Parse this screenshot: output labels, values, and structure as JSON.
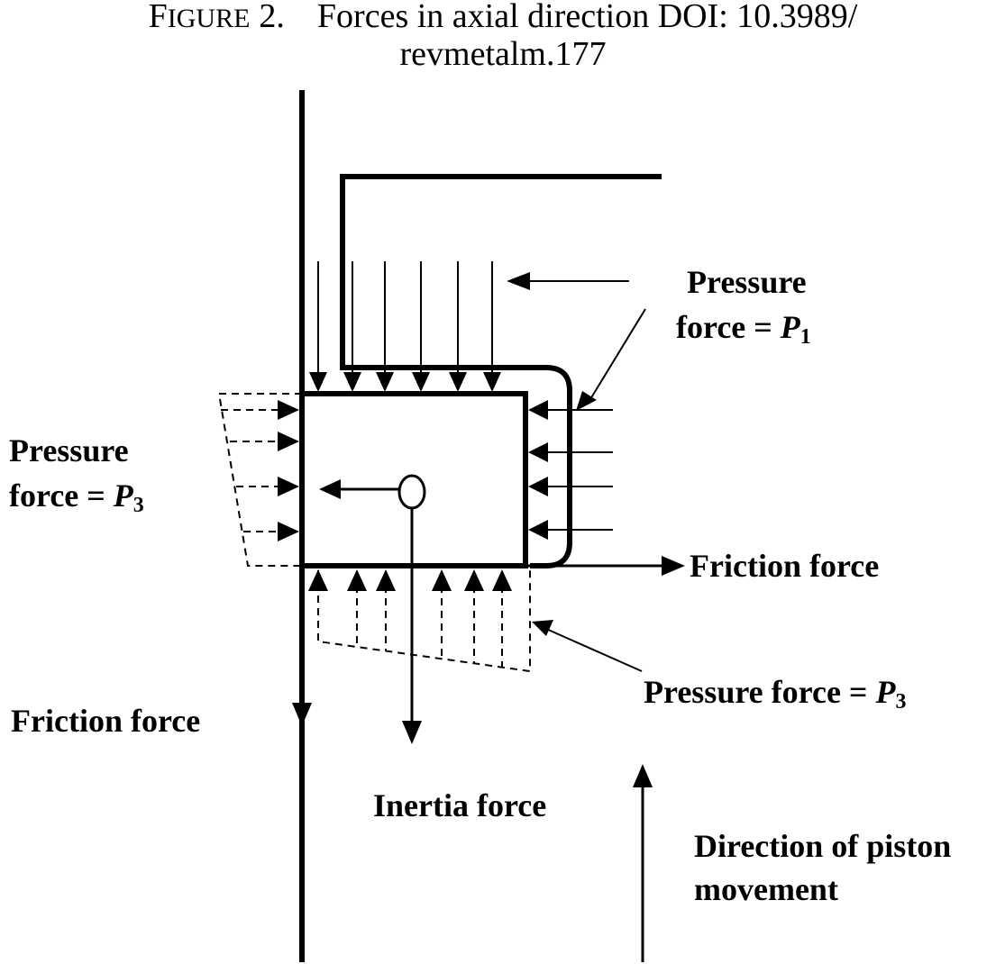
{
  "caption": {
    "figure_first_letter": "F",
    "figure_rest": "IGURE",
    "figure_number": "2.",
    "title_line1": "Forces in axial direction DOI: 10.3989/",
    "title_line2": "revmetalm.177"
  },
  "labels": {
    "pressure_p1": {
      "line1": "Pressure",
      "line2_prefix": "force = ",
      "symbol": "P",
      "subscript": "1"
    },
    "pressure_p3_left": {
      "line1": "Pressure",
      "line2_prefix": "force = ",
      "symbol": "P",
      "subscript": "3"
    },
    "friction_right": "Friction force",
    "pressure_p3_bottom": {
      "prefix": "Pressure force = ",
      "symbol": "P",
      "subscript": "3"
    },
    "friction_left": "Friction force",
    "inertia": "Inertia force",
    "direction": {
      "line1": "Direction of piston",
      "line2": "movement"
    }
  }
}
